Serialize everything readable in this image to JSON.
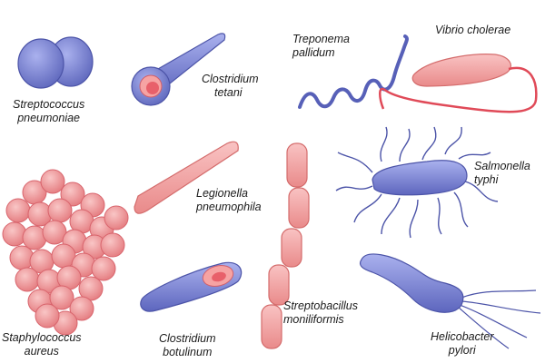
{
  "colors": {
    "blue_fill": "#7d86d6",
    "blue_dark": "#5a62b8",
    "pink_fill": "#f4a0a0",
    "pink_dark": "#e07676",
    "red_core": "#e24e5a",
    "outline": "#3b3f86"
  },
  "organisms": [
    {
      "id": "strep-pneumoniae",
      "line1": "Streptococcus",
      "line2": "pneumoniae"
    },
    {
      "id": "clostridium-tetani",
      "line1": "Clostridium",
      "line2": "tetani"
    },
    {
      "id": "treponema",
      "line1": "Treponema",
      "line2": "pallidum"
    },
    {
      "id": "vibrio",
      "line1": "Vibrio cholerae",
      "line2": ""
    },
    {
      "id": "legionella",
      "line1": "Legionella",
      "line2": "pneumophila"
    },
    {
      "id": "salmonella",
      "line1": "Salmonella",
      "line2": "typhi"
    },
    {
      "id": "staph",
      "line1": "Staphylococcus",
      "line2": "aureus"
    },
    {
      "id": "clostridium-botulinum",
      "line1": "Clostridium",
      "line2": "botulinum"
    },
    {
      "id": "streptobacillus",
      "line1": "Streptobacillus",
      "line2": "moniliformis"
    },
    {
      "id": "helicobacter",
      "line1": "Helicobacter",
      "line2": "pylori"
    }
  ]
}
